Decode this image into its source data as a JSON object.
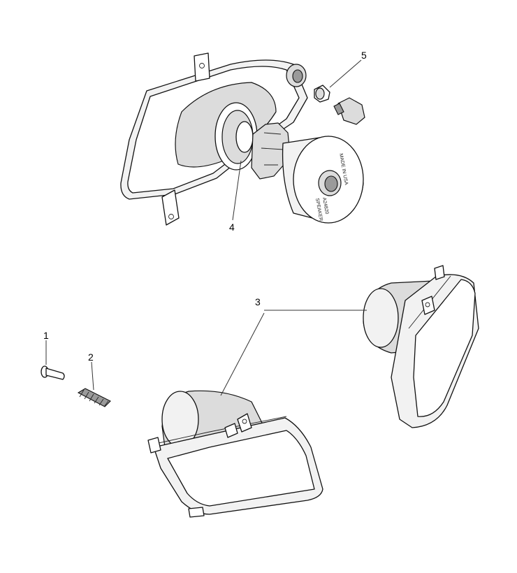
{
  "callouts": {
    "c1": "1",
    "c2": "2",
    "c3": "3",
    "c4": "4",
    "c5": "5"
  },
  "socket_stamp": {
    "line1": "MADE IN USA",
    "line2": "A24820",
    "line3": "SPEAKER"
  },
  "parts": [
    {
      "callout": "1",
      "name": "screw"
    },
    {
      "callout": "2",
      "name": "spring"
    },
    {
      "callout": "3",
      "name": "headlight-assembly"
    },
    {
      "callout": "4",
      "name": "headlight-bulb-socket"
    },
    {
      "callout": "5",
      "name": "side-bulb-and-connector"
    }
  ]
}
